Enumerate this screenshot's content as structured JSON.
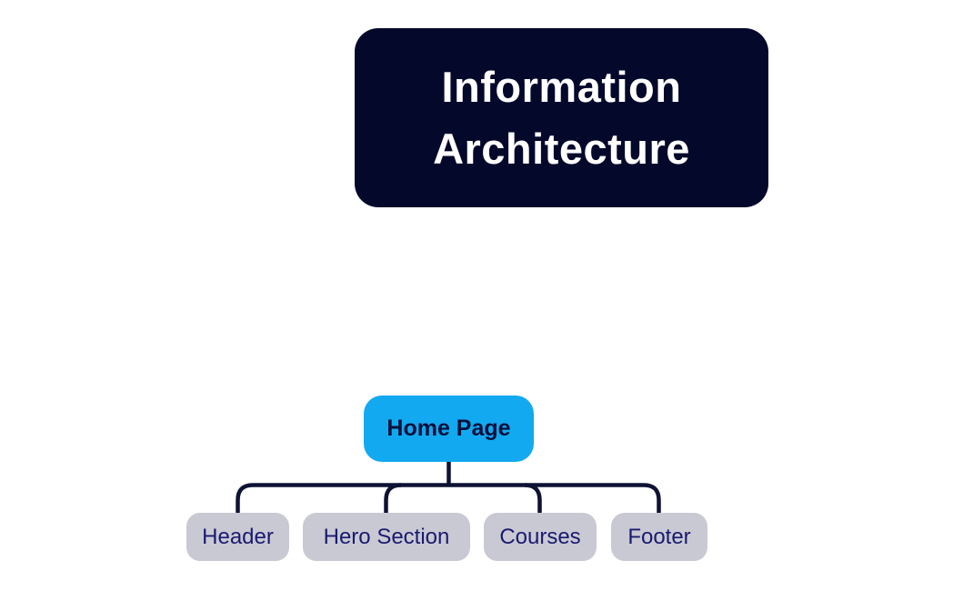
{
  "title_card": {
    "line1": "Information",
    "line2": "Architecture"
  },
  "tree": {
    "root": {
      "label": "Home Page"
    },
    "children": [
      {
        "label": "Header"
      },
      {
        "label": "Hero Section"
      },
      {
        "label": "Courses"
      },
      {
        "label": "Footer"
      }
    ]
  },
  "colors": {
    "page_bg": "#ffffff",
    "title_bg": "#04082b",
    "title_text": "#ffffff",
    "root_bg": "#12a9f0",
    "root_text": "#07103a",
    "child_bg": "#c9c9d4",
    "child_text": "#1a1a70",
    "connector": "#0e1233"
  }
}
